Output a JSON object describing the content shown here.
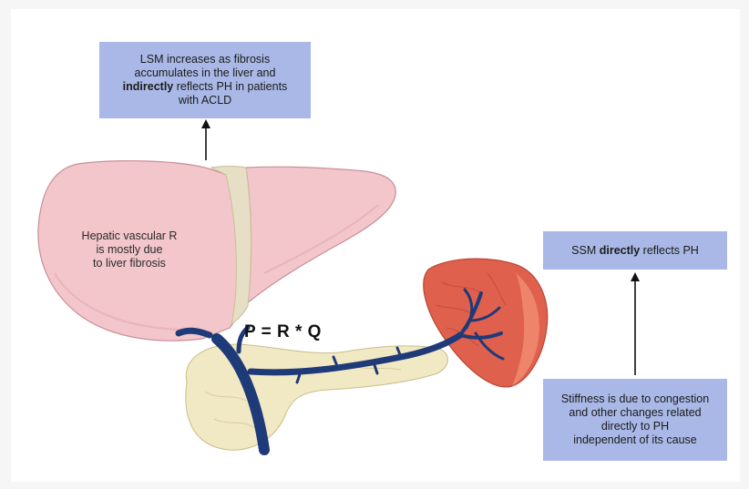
{
  "boxes": {
    "lsm": {
      "line1": "LSM increases as fibrosis",
      "line2": "accumulates in the liver and",
      "line3_bold": "indirectly",
      "line3_rest": " reflects PH in patients",
      "line4": "with ACLD"
    },
    "ssm": {
      "pre": "SSM ",
      "bold": "directly",
      "post": " reflects PH"
    },
    "stiffness": {
      "line1": "Stiffness is due to congestion",
      "line2": "and other changes related",
      "line3": "directly to PH",
      "line4": "independent of its cause"
    }
  },
  "liver_label": {
    "line1": "Hepatic vascular R",
    "line2": "is mostly due",
    "line3": "to liver fibrosis"
  },
  "formula": "P = R * Q",
  "colors": {
    "box_fill": "#a9b8e6",
    "liver": "#f2c6cb",
    "liver_ligament": "#e6dfc6",
    "spleen": "#e0604e",
    "pancreas": "#f1e9c4",
    "vessel": "#1f3a78"
  }
}
